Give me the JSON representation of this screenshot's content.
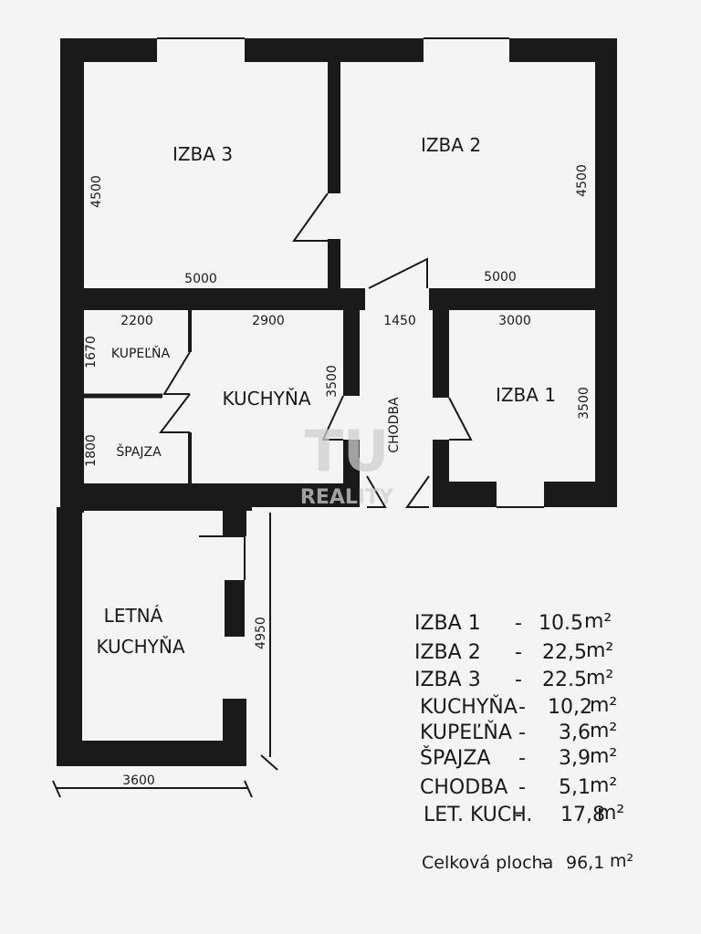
{
  "rooms": {
    "izba3": "IZBA 3",
    "izba2": "IZBA 2",
    "izba1": "IZBA 1",
    "kupelna": "KUPEĽŇA",
    "kuchyna": "KUCHYŇA",
    "spajza": "ŠPAJZA",
    "chodba": "CHODBA",
    "letna_line1": "LETNÁ",
    "letna_line2": "KUCHYŇA"
  },
  "dimensions": {
    "izba3_height": "4500",
    "izba3_width": "5000",
    "izba2_height": "4500",
    "izba2_width": "5000",
    "kupelna_width": "2200",
    "kupelna_height": "1670",
    "spajza_height": "1800",
    "kuchyna_width": "2900",
    "kuchyna_height": "3500",
    "chodba_width": "1450",
    "izba1_width": "3000",
    "izba1_height": "3500",
    "letna_height": "4950",
    "letna_width": "3600"
  },
  "watermark": {
    "logo": "TU",
    "text": "REALITY"
  },
  "areas": [
    {
      "name": "IZBA 1",
      "sep": "-",
      "value": "10.5",
      "unit": "m²"
    },
    {
      "name": "IZBA 2",
      "sep": "-",
      "value": "22,5",
      "unit": "m²"
    },
    {
      "name": "IZBA 3",
      "sep": "-",
      "value": "22.5",
      "unit": "m²"
    },
    {
      "name": "KUCHYŇA",
      "sep": "-",
      "value": "10,2",
      "unit": "m²"
    },
    {
      "name": "KUPEĽŇA",
      "sep": "-",
      "value": "3,6",
      "unit": "m²"
    },
    {
      "name": "ŠPAJZA",
      "sep": "-",
      "value": "3,9",
      "unit": "m²"
    },
    {
      "name": "CHODBA",
      "sep": "-",
      "value": "5,1",
      "unit": "m²"
    },
    {
      "name": "LET. KUCH.",
      "sep": "-",
      "value": "17,8",
      "unit": "m²"
    }
  ],
  "total": {
    "label": "Celková plocha",
    "sep": "-",
    "value": "96,1",
    "unit": "m²"
  }
}
